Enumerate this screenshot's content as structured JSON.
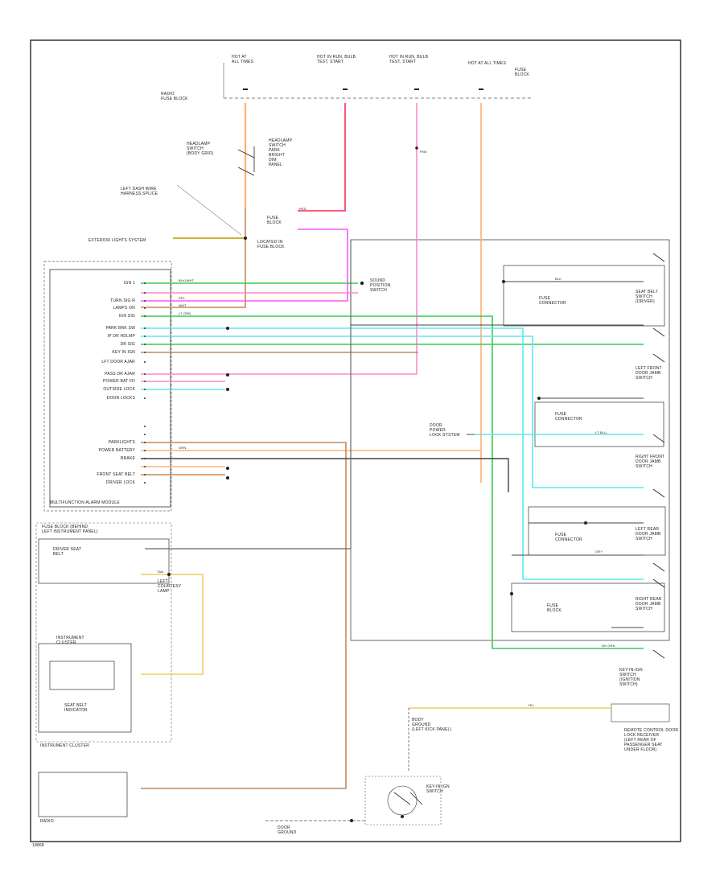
{
  "diagram": {
    "footer_ref": "18868",
    "modules": {
      "multifunction": "MULTIFUNCTION ALARM MODULE",
      "instrument_cluster": "INSTRUMENT CLUSTER",
      "radio": "RADIO",
      "remote_entry": "REMOTE CONTROL DOOR\nLOCK RECEIVER\n(LEFT REAR OF\nPASSENGER SEAT\nUNDER FLOOR)"
    },
    "fuses": [
      "HOT AT\nALL TIMES",
      "HOT IN RUN, BULB\nTEST, START",
      "HOT IN RUN, BULB\nTEST, START",
      "HOT AT ALL TIMES"
    ],
    "top_note": "FUSE\nBLOCK",
    "left_labels": [
      "RADIO\nFUSE BLOCK",
      "HEADLAMP\nSWITCH\n(BODY GRID)",
      "LEFT DASH WIRE\nHARNESS SPLICE",
      "EXTERIOR LIGHTS SYSTEM"
    ],
    "mid_labels": [
      "HEADLAMP\nSWITCH\nPARK\nBRIGHT\nDIM\nPANEL",
      "FUSE\nBLOCK",
      "LOCATED IN\nFUSE BLOCK",
      "SOUND\nPOSITION\nSWITCH",
      "DOOR\nPOWER\nLOCK SYSTEM"
    ],
    "pin_labels": [
      "IGN 1",
      "TURN SIG R",
      "LAMPS ON",
      "IGN SIG",
      "PARK BRK SW",
      "IP DR HDLMP",
      "DR SIG",
      "KEY IN IGN",
      "LFT DOOR AJAR",
      "PASS DR AJAR",
      "POWER BAT FD",
      "OUTSIDE LOCK",
      "DOOR LOCKS"
    ],
    "pin_labels_2": [
      "PARKLIGHTS",
      "POWER BATTERY",
      "BRAKE",
      "FRONT SEAT BELT",
      "DRIVER LOCK"
    ],
    "right_switches": [
      "SEAT BELT\nSWITCH\n(DRIVER)",
      "LEFT FRONT\nDOOR JAMB\nSWITCH",
      "RIGHT FRONT\nDOOR JAMB\nSWITCH",
      "LEFT REAR\nDOOR JAMB\nSWITCH",
      "RIGHT REAR\nDOOR JAMB\nSWITCH",
      "KEY-IN-IGN\nSWITCH\n(IGNITION\nSWITCH)"
    ],
    "right_blocks": [
      "FUSE\nCONNECTOR",
      "FUSE\nCONNECTOR",
      "FUSE\nCONNECTOR",
      "FUSE\nBLOCK"
    ],
    "wire_codes": [
      "BLK/WHT",
      "PPL",
      "WHT",
      "LT GRN",
      "RED",
      "ORN",
      "TAN",
      "BLK",
      "DK GRN",
      "YEL",
      "PNK",
      "LT BLU",
      "GRY"
    ],
    "bottom_left": [
      "FUSE BLOCK (BEHIND\nLEFT INSTRUMENT PANEL)",
      "DRIVER SEAT\nBELT",
      "LEFT\nCOURTESY\nLAMP",
      "INSTRUMENT\nCLUSTER",
      "SEAT BELT\nINDICATOR"
    ],
    "bottom_center": [
      "KEY-IN-IGN\nSWITCH",
      "BODY\nGROUND\n(LEFT KICK PANEL)",
      "DOOR\nGROUND"
    ],
    "colors": {
      "red": "#ff2a5a",
      "magenta": "#ff55ff",
      "pink": "#ff88cc",
      "orange": "#ffb070",
      "green": "#39cc55",
      "cyan": "#5fe8ee",
      "tan": "#c48a5a",
      "dark": "#444444",
      "gold": "#f0cc66"
    }
  }
}
